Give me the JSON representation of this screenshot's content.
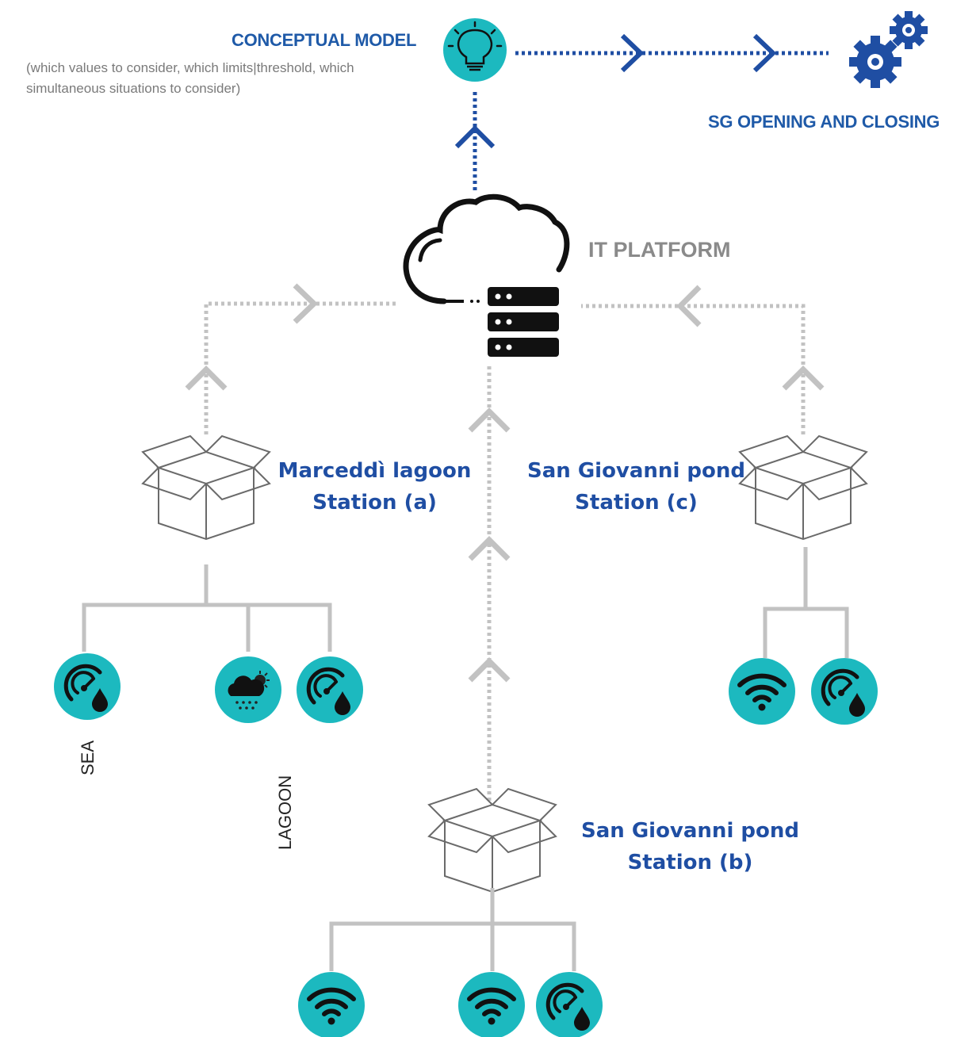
{
  "conceptual_model": {
    "title": "CONCEPTUAL MODEL",
    "note_line1": "(which values to consider, which limits|threshold, which",
    "note_line2": "simultaneous situations to consider)"
  },
  "sg": {
    "label": "SG OPENING AND CLOSING"
  },
  "it_platform": {
    "label": "IT PLATFORM"
  },
  "stations": {
    "a": {
      "line1": "Marceddì lagoon",
      "line2": "Station (a)"
    },
    "b": {
      "line1": "San Giovanni pond",
      "line2": "Station (b)"
    },
    "c": {
      "line1": "San Giovanni pond",
      "line2": "Station (c)"
    }
  },
  "sensor_labels": {
    "sea": "SEA",
    "lagoon": "LAGOON"
  },
  "icons": [
    "lightbulb-icon",
    "gears-icon",
    "cloud-server-icon",
    "box-icon",
    "gauge-water-icon",
    "weather-icon",
    "wifi-icon"
  ],
  "colors": {
    "teal": "#1cb9bf",
    "blue": "#1f4ea3",
    "gray": "#bdbdbd"
  }
}
